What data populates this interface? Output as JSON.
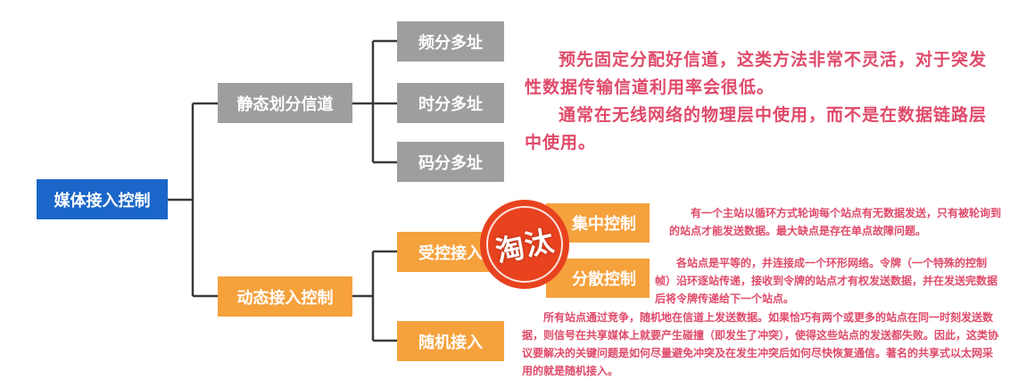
{
  "root": {
    "label": "媒体接入控制"
  },
  "static": {
    "label": "静态划分信道",
    "children": [
      "频分多址",
      "时分多址",
      "码分多址"
    ],
    "note": [
      "预先固定分配好信道，这类方法非常不灵活，对于突发性数据传输信道利用率会很低。",
      "通常在无线网络的物理层中使用，而不是在数据链路层中使用。"
    ]
  },
  "dynamic": {
    "label": "动态接入控制",
    "controlled": {
      "label": "受控接入",
      "children": [
        "集中控制",
        "分散控制"
      ],
      "notes": [
        "有一个主站以循环方式轮询每个站点有无数据发送，只有被轮询到的站点才能发送数据。最大缺点是存在单点故障问题。",
        "各站点是平等的，并连接成一个环形网络。令牌（一个特殊的控制帧）沿环逐站传递，接收到令牌的站点才有权发送数据，并在发送完数据后将令牌传递给下一个站点。"
      ]
    },
    "random": {
      "label": "随机接入",
      "note": "所有站点通过竞争，随机地在信道上发送数据。如果恰巧有两个或更多的站点在同一时刻发送数据，则信号在共享媒体上就要产生碰撞（即发生了冲突），使得这些站点的发送都失败。因此，这类协议要解决的关键问题是如何尽量避免冲突及在发生冲突后如何尽快恢复通信。著名的共享式以太网采用的就是随机接入。"
    }
  },
  "stamp": {
    "text": "淘汰"
  },
  "colors": {
    "root": "#1a66c9",
    "static_branch": "#9e9e9e",
    "dynamic_branch": "#f5a13c",
    "note_text": "#e04a6a",
    "stamp": "#e8421f"
  }
}
